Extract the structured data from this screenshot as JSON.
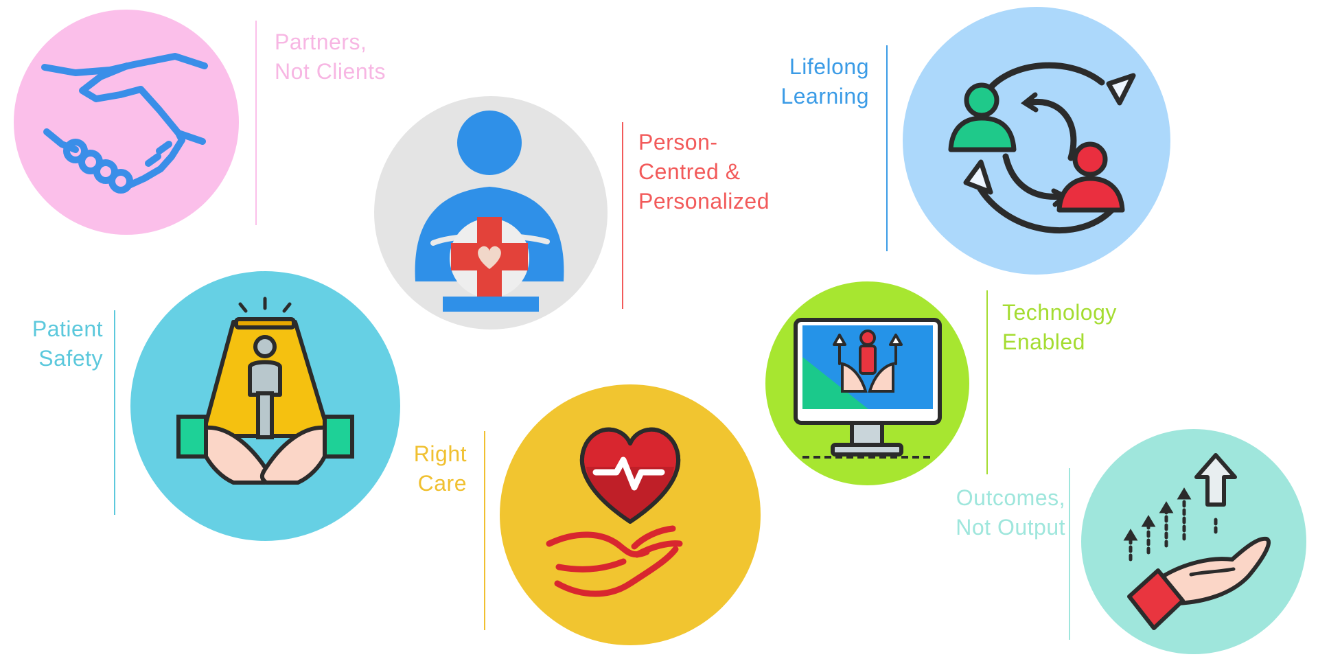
{
  "items": [
    {
      "id": "partners",
      "lines": [
        "Partners,",
        "Not Clients"
      ],
      "color": "#f7b6e3",
      "circle_color": "#fbbfea",
      "icon": "handshake-icon"
    },
    {
      "id": "person",
      "lines": [
        "Person-",
        "Centred &",
        "Personalized"
      ],
      "color": "#f25a5a",
      "circle_color": "#e4e4e4",
      "icon": "person-heart-cross-icon"
    },
    {
      "id": "lifelong",
      "lines": [
        "Lifelong",
        "Learning"
      ],
      "color": "#3a9be6",
      "circle_color": "#acd8fb",
      "icon": "exchange-people-icon"
    },
    {
      "id": "safety",
      "lines": [
        "Patient",
        "Safety"
      ],
      "color": "#5bc8dc",
      "circle_color": "#66d0e4",
      "icon": "protected-person-hands-icon"
    },
    {
      "id": "technology",
      "lines": [
        "Technology",
        "Enabled"
      ],
      "color": "#a4dc30",
      "circle_color": "#a7e630",
      "icon": "monitor-growth-icon"
    },
    {
      "id": "rightcare",
      "lines": [
        "Right",
        "Care"
      ],
      "color": "#f0c030",
      "circle_color": "#f1c530",
      "icon": "heart-hand-icon"
    },
    {
      "id": "outcomes",
      "lines": [
        "Outcomes,",
        "Not Output"
      ],
      "color": "#9ee6dc",
      "circle_color": "#9fe6dc",
      "icon": "growth-hand-icon"
    }
  ]
}
